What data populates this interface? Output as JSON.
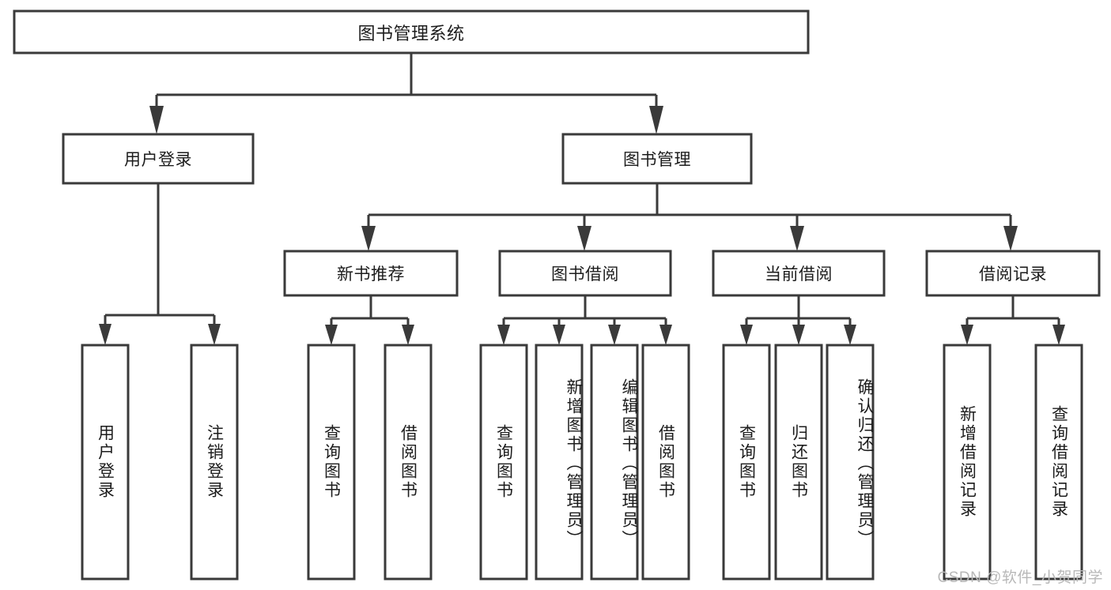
{
  "diagram": {
    "title": "图书管理系统",
    "type": "tree-hierarchy-diagram",
    "watermark": "CSDN @软件_小贺同学",
    "colors": {
      "stroke": "#3a3a3a",
      "fill": "#ffffff",
      "text": "#1c1c1c",
      "watermark": "#b8b8b8",
      "background": "#ffffff"
    },
    "root": {
      "label": "图书管理系统"
    },
    "level2": [
      {
        "label": "用户登录"
      },
      {
        "label": "图书管理"
      }
    ],
    "level3": [
      {
        "label": "新书推荐"
      },
      {
        "label": "图书借阅"
      },
      {
        "label": "当前借阅"
      },
      {
        "label": "借阅记录"
      }
    ],
    "leaves": {
      "user_login": [
        {
          "label": "用户登录"
        },
        {
          "label": "注销登录"
        }
      ],
      "new_book_recommend": [
        {
          "label": "查询图书"
        },
        {
          "label": "借阅图书"
        }
      ],
      "book_borrow": [
        {
          "label": "查询图书"
        },
        {
          "label": "新增图书（管理员）"
        },
        {
          "label": "编辑图书（管理员）"
        },
        {
          "label": "借阅图书"
        }
      ],
      "current_borrow": [
        {
          "label": "查询图书"
        },
        {
          "label": "归还图书"
        },
        {
          "label": "确认归还（管理员）"
        }
      ],
      "borrow_record": [
        {
          "label": "新增借阅记录"
        },
        {
          "label": "查询借阅记录"
        }
      ]
    }
  }
}
